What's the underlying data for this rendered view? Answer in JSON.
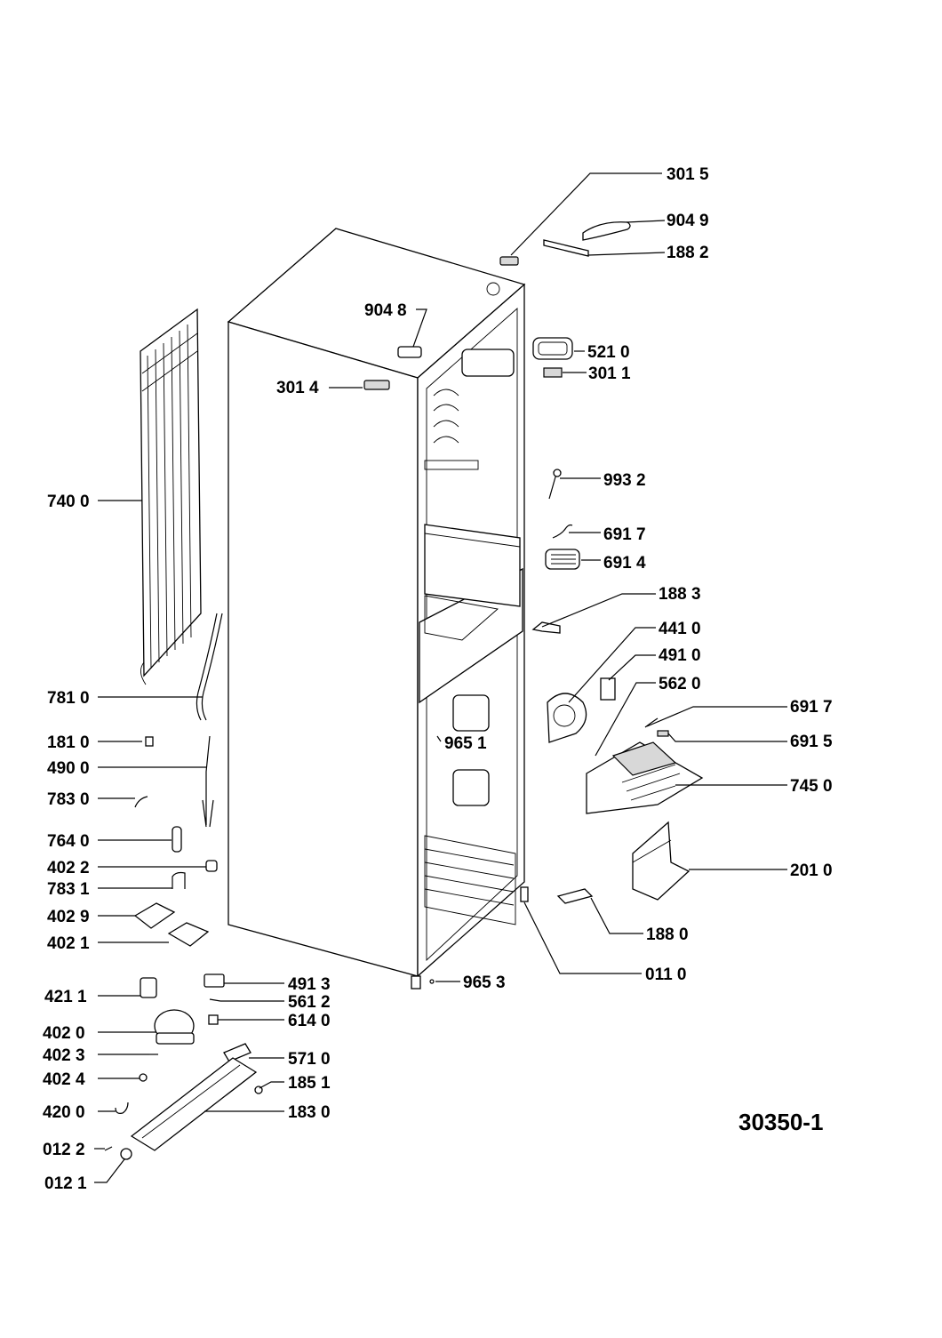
{
  "diagram": {
    "document_number": "30350-1",
    "part_labels": {
      "p3015": "301 5",
      "p9049": "904 9",
      "p1882": "188 2",
      "p9048": "904 8",
      "p5210": "521 0",
      "p3011": "301 1",
      "p3014": "301 4",
      "p9932": "993 2",
      "p7400": "740 0",
      "p6917a": "691 7",
      "p6914": "691 4",
      "p1883": "188 3",
      "p4410": "441 0",
      "p4910": "491 0",
      "p5620": "562 0",
      "p7810": "781 0",
      "p6917b": "691 7",
      "p1810": "181 0",
      "p9651": "965 1",
      "p6915": "691 5",
      "p4900": "490 0",
      "p7450": "745 0",
      "p7830": "783 0",
      "p7640": "764 0",
      "p4022": "402 2",
      "p2010": "201 0",
      "p7831": "783 1",
      "p4029": "402 9",
      "p1880": "188 0",
      "p4021": "402 1",
      "p0110": "011 0",
      "p4913": "491 3",
      "p9653": "965 3",
      "p4211": "421 1",
      "p5612": "561 2",
      "p6140": "614 0",
      "p4020": "402 0",
      "p4023": "402 3",
      "p5710": "571 0",
      "p4024": "402 4",
      "p1851": "185 1",
      "p4200": "420 0",
      "p1830": "183 0",
      "p0122": "012 2",
      "p0121": "012 1"
    }
  }
}
